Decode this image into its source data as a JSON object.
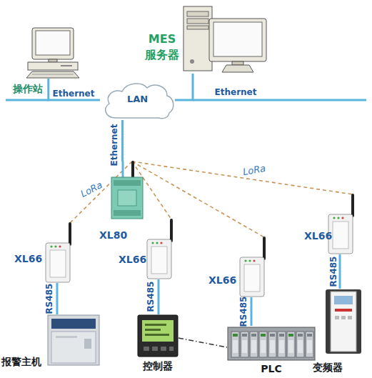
{
  "diagram": {
    "nodes": [
      {
        "text": [
          "操作站"
        ]
      },
      {
        "text": [
          "LAN"
        ]
      },
      {
        "text": [
          "MES 服务器"
        ]
      },
      {
        "text": [
          "XL80"
        ]
      },
      {
        "text": [
          "XL66"
        ]
      },
      {
        "text": [
          "报警主机"
        ]
      },
      {
        "text": [
          "XL66"
        ]
      },
      {
        "text": [
          "控制器"
        ]
      },
      {
        "text": [
          "XL66"
        ]
      },
      {
        "text": [
          "PLC"
        ]
      },
      {
        "text": [
          "XL66"
        ]
      },
      {
        "text": [
          "变频器"
        ]
      }
    ],
    "edges": [
      {
        "from": 0,
        "to": 1,
        "label": "Ethernet",
        "arrow": "none"
      },
      {
        "from": 1,
        "to": 2,
        "label": "Ethernet",
        "arrow": "none"
      },
      {
        "from": 1,
        "to": 3,
        "label": "Ethernet",
        "arrow": "none"
      },
      {
        "from": 3,
        "to": 4,
        "label": "LoRa",
        "arrow": "none"
      },
      {
        "from": 3,
        "to": 6,
        "arrow": "none"
      },
      {
        "from": 3,
        "to": 8,
        "arrow": "none"
      },
      {
        "from": 3,
        "to": 10,
        "label": "LoRa",
        "arrow": "none"
      },
      {
        "from": 4,
        "to": 5,
        "label": "RS485",
        "arrow": "none"
      },
      {
        "from": 6,
        "to": 7,
        "label": "RS485",
        "arrow": "none"
      },
      {
        "from": 8,
        "to": 9,
        "label": "RS485",
        "arrow": "none"
      },
      {
        "from": 10,
        "to": 11,
        "label": "RS485",
        "arrow": "none"
      },
      {
        "from": 7,
        "to": 9,
        "arrow": "none"
      }
    ]
  }
}
